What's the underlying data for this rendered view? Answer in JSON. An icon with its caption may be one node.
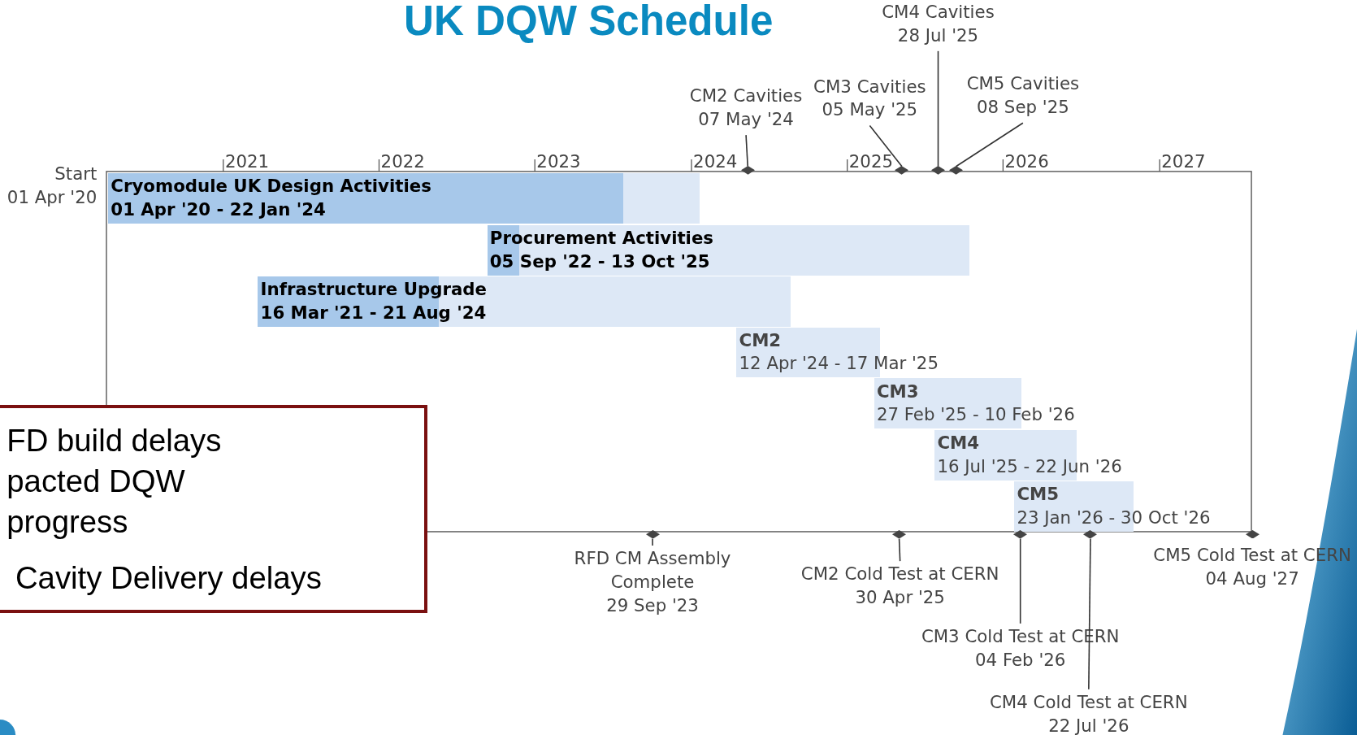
{
  "diagram": {
    "title": "UK DQW Schedule",
    "nodes": [
      {
        "text": [
          "CM2 Cavities",
          "07 May '24"
        ]
      },
      {
        "text": [],
        "shape": "diamond"
      },
      {
        "text": [
          "CM3 Cavities",
          "05 May '25"
        ]
      },
      {
        "text": [],
        "shape": "diamond"
      },
      {
        "text": [
          "CM4 Cavities",
          "28 Jul '25"
        ]
      },
      {
        "text": [],
        "shape": "diamond"
      },
      {
        "text": [
          "CM5 Cavities",
          "08 Sep '25"
        ]
      },
      {
        "text": [],
        "shape": "diamond"
      },
      {
        "text": [
          "Cryomodule UK Design Activities",
          "01 Apr '20 - 22 Jan '24"
        ]
      },
      {
        "text": [
          "Procurement Activities",
          "05 Sep '22 - 13 Oct '25"
        ]
      },
      {
        "text": [
          "Infrastructure Upgrade",
          "16 Mar '21 - 21 Aug '24"
        ]
      },
      {
        "text": [
          "CM2",
          "12 Apr '24 - 17 Mar '25"
        ]
      },
      {
        "text": [
          "CM3",
          "27 Feb '25 - 10 Feb '26"
        ]
      },
      {
        "text": [
          "CM4",
          "16 Jul '25 - 22 Jun '26"
        ]
      },
      {
        "text": [
          "CM5",
          "23 Jan '26 - 30 Oct '26"
        ]
      },
      {
        "text": [
          "FD build delays pacted DQW progress",
          "Cavity Delivery delays"
        ]
      },
      {
        "text": [
          "RFD CM Assembly Complete",
          "29 Sep '23"
        ]
      },
      {
        "text": [],
        "shape": "diamond"
      },
      {
        "text": [
          "CM2 Cold Test at CERN",
          "30 Apr '25"
        ]
      },
      {
        "text": [],
        "shape": "diamond"
      },
      {
        "text": [
          "CM3 Cold Test at CERN",
          "04 Feb '26"
        ]
      },
      {
        "text": [],
        "shape": "diamond"
      },
      {
        "text": [
          "CM4 Cold Test at CERN",
          "22 Jul '26"
        ]
      },
      {
        "text": [],
        "shape": "diamond"
      },
      {
        "text": [
          "CM5 Cold Test at CERN",
          "04 Aug '27"
        ]
      },
      {
        "text": [],
        "shape": "diamond"
      }
    ],
    "edges": [
      {
        "from": 0,
        "to": 1,
        "arrow": "none"
      },
      {
        "from": 2,
        "to": 3,
        "arrow": "none"
      },
      {
        "from": 4,
        "to": 5,
        "arrow": "none"
      },
      {
        "from": 6,
        "to": 7,
        "arrow": "none"
      },
      {
        "from": 16,
        "to": 17,
        "arrow": "none"
      },
      {
        "from": 18,
        "to": 19,
        "arrow": "none"
      },
      {
        "from": 20,
        "to": 21,
        "arrow": "none"
      },
      {
        "from": 22,
        "to": 23,
        "arrow": "none"
      }
    ],
    "labels": [
      "Start",
      "01 Apr '20",
      "2021",
      "2022",
      "2023",
      "2024",
      "2025",
      "2026",
      "2027"
    ]
  }
}
